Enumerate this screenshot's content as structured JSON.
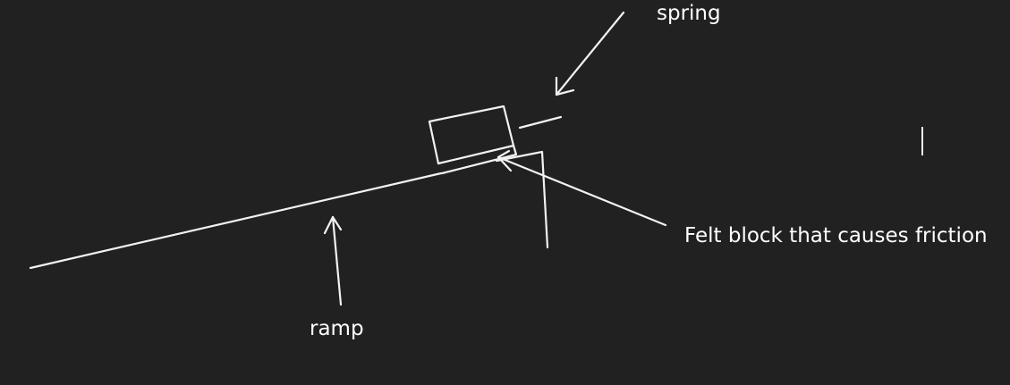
{
  "labels": {
    "spring": "spring",
    "felt_block": "Felt block that causes friction",
    "ramp": "ramp"
  },
  "colors": {
    "background": "#212121",
    "stroke": "#f2f2f2",
    "text": "#ffffff"
  }
}
